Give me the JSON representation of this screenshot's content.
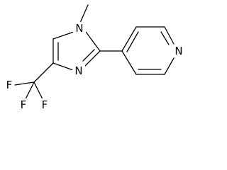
{
  "molecule": {
    "atoms": {
      "methyl_n": "N",
      "imine_n": "N",
      "pyridine_n": "N",
      "fluorine_1": "F",
      "fluorine_2": "F",
      "fluorine_3": "F"
    }
  }
}
